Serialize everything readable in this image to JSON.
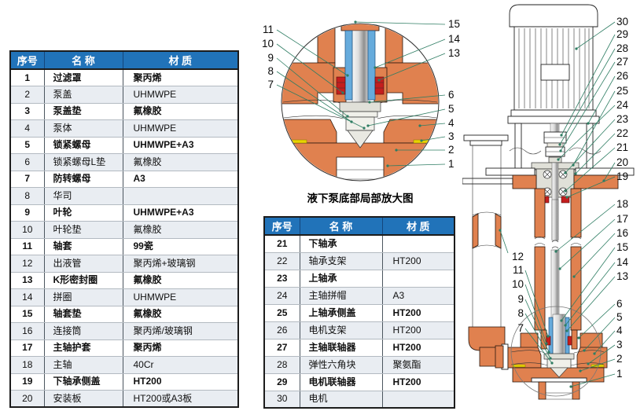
{
  "tables": {
    "left": {
      "headers": [
        "序号",
        "名 称",
        "材 质"
      ],
      "rows": [
        [
          "1",
          "过滤罩",
          "聚丙烯"
        ],
        [
          "2",
          "泵盖",
          "UHMWPE"
        ],
        [
          "3",
          "泵盖垫",
          "氟橡胶"
        ],
        [
          "4",
          "泵体",
          "UHMWPE"
        ],
        [
          "5",
          "锁紧螺母",
          "UHMWPE+A3"
        ],
        [
          "6",
          "锁紧螺母L垫",
          "氟橡胶"
        ],
        [
          "7",
          "防转螺母",
          "A3"
        ],
        [
          "8",
          "华司",
          ""
        ],
        [
          "9",
          "叶轮",
          "UHMWPE+A3"
        ],
        [
          "10",
          "叶轮垫",
          "氟橡胶"
        ],
        [
          "11",
          "轴套",
          "99瓷"
        ],
        [
          "12",
          "出液管",
          "聚丙烯+玻璃钢"
        ],
        [
          "13",
          "K形密封圈",
          "氟橡胶"
        ],
        [
          "14",
          "拼圈",
          "UHMWPE"
        ],
        [
          "15",
          "轴套垫",
          "氟橡胶"
        ],
        [
          "16",
          "连接筒",
          "聚丙烯/玻璃钢"
        ],
        [
          "17",
          "主轴护套",
          "聚丙烯"
        ],
        [
          "18",
          "主轴",
          "40Cr"
        ],
        [
          "19",
          "下轴承侧盖",
          "HT200"
        ],
        [
          "20",
          "安装板",
          "HT200或A3板"
        ]
      ]
    },
    "right": {
      "headers": [
        "序号",
        "名 称",
        "材 质"
      ],
      "rows": [
        [
          "21",
          "下轴承",
          ""
        ],
        [
          "22",
          "轴承支架",
          "HT200"
        ],
        [
          "23",
          "上轴承",
          ""
        ],
        [
          "24",
          "主轴拼帽",
          "A3"
        ],
        [
          "25",
          "上轴承侧盖",
          "HT200"
        ],
        [
          "26",
          "电机支架",
          "HT200"
        ],
        [
          "27",
          "主轴联轴器",
          "HT200"
        ],
        [
          "28",
          "弹性六角块",
          "聚氨酯"
        ],
        [
          "29",
          "电机联轴器",
          "HT200"
        ],
        [
          "30",
          "电机",
          ""
        ]
      ]
    }
  },
  "detail_view": {
    "caption": "液下泵底部局部放大图",
    "callouts_left": [
      "11",
      "10",
      "9",
      "8",
      "7"
    ],
    "callouts_right": [
      "15",
      "14",
      "13",
      "6",
      "5",
      "4",
      "3",
      "2",
      "1"
    ]
  },
  "main_view": {
    "callouts_right": [
      "30",
      "29",
      "28",
      "27",
      "26",
      "25",
      "24",
      "23",
      "22",
      "21",
      "20",
      "19",
      "18",
      "17",
      "16",
      "15",
      "14",
      "13",
      "6",
      "5",
      "4",
      "3",
      "2",
      "1"
    ],
    "callouts_left": [
      "12",
      "11",
      "10",
      "9",
      "8",
      "7"
    ]
  },
  "colors": {
    "header_bg": "#2173b9",
    "row_alt_bg": "#e9edf2",
    "body_orange": "#e0814f",
    "sleeve_blue": "#66abdc",
    "seal_red": "#c41e1e",
    "gasket_yellow": "#e8d400",
    "leader_green": "#2e7d63"
  }
}
